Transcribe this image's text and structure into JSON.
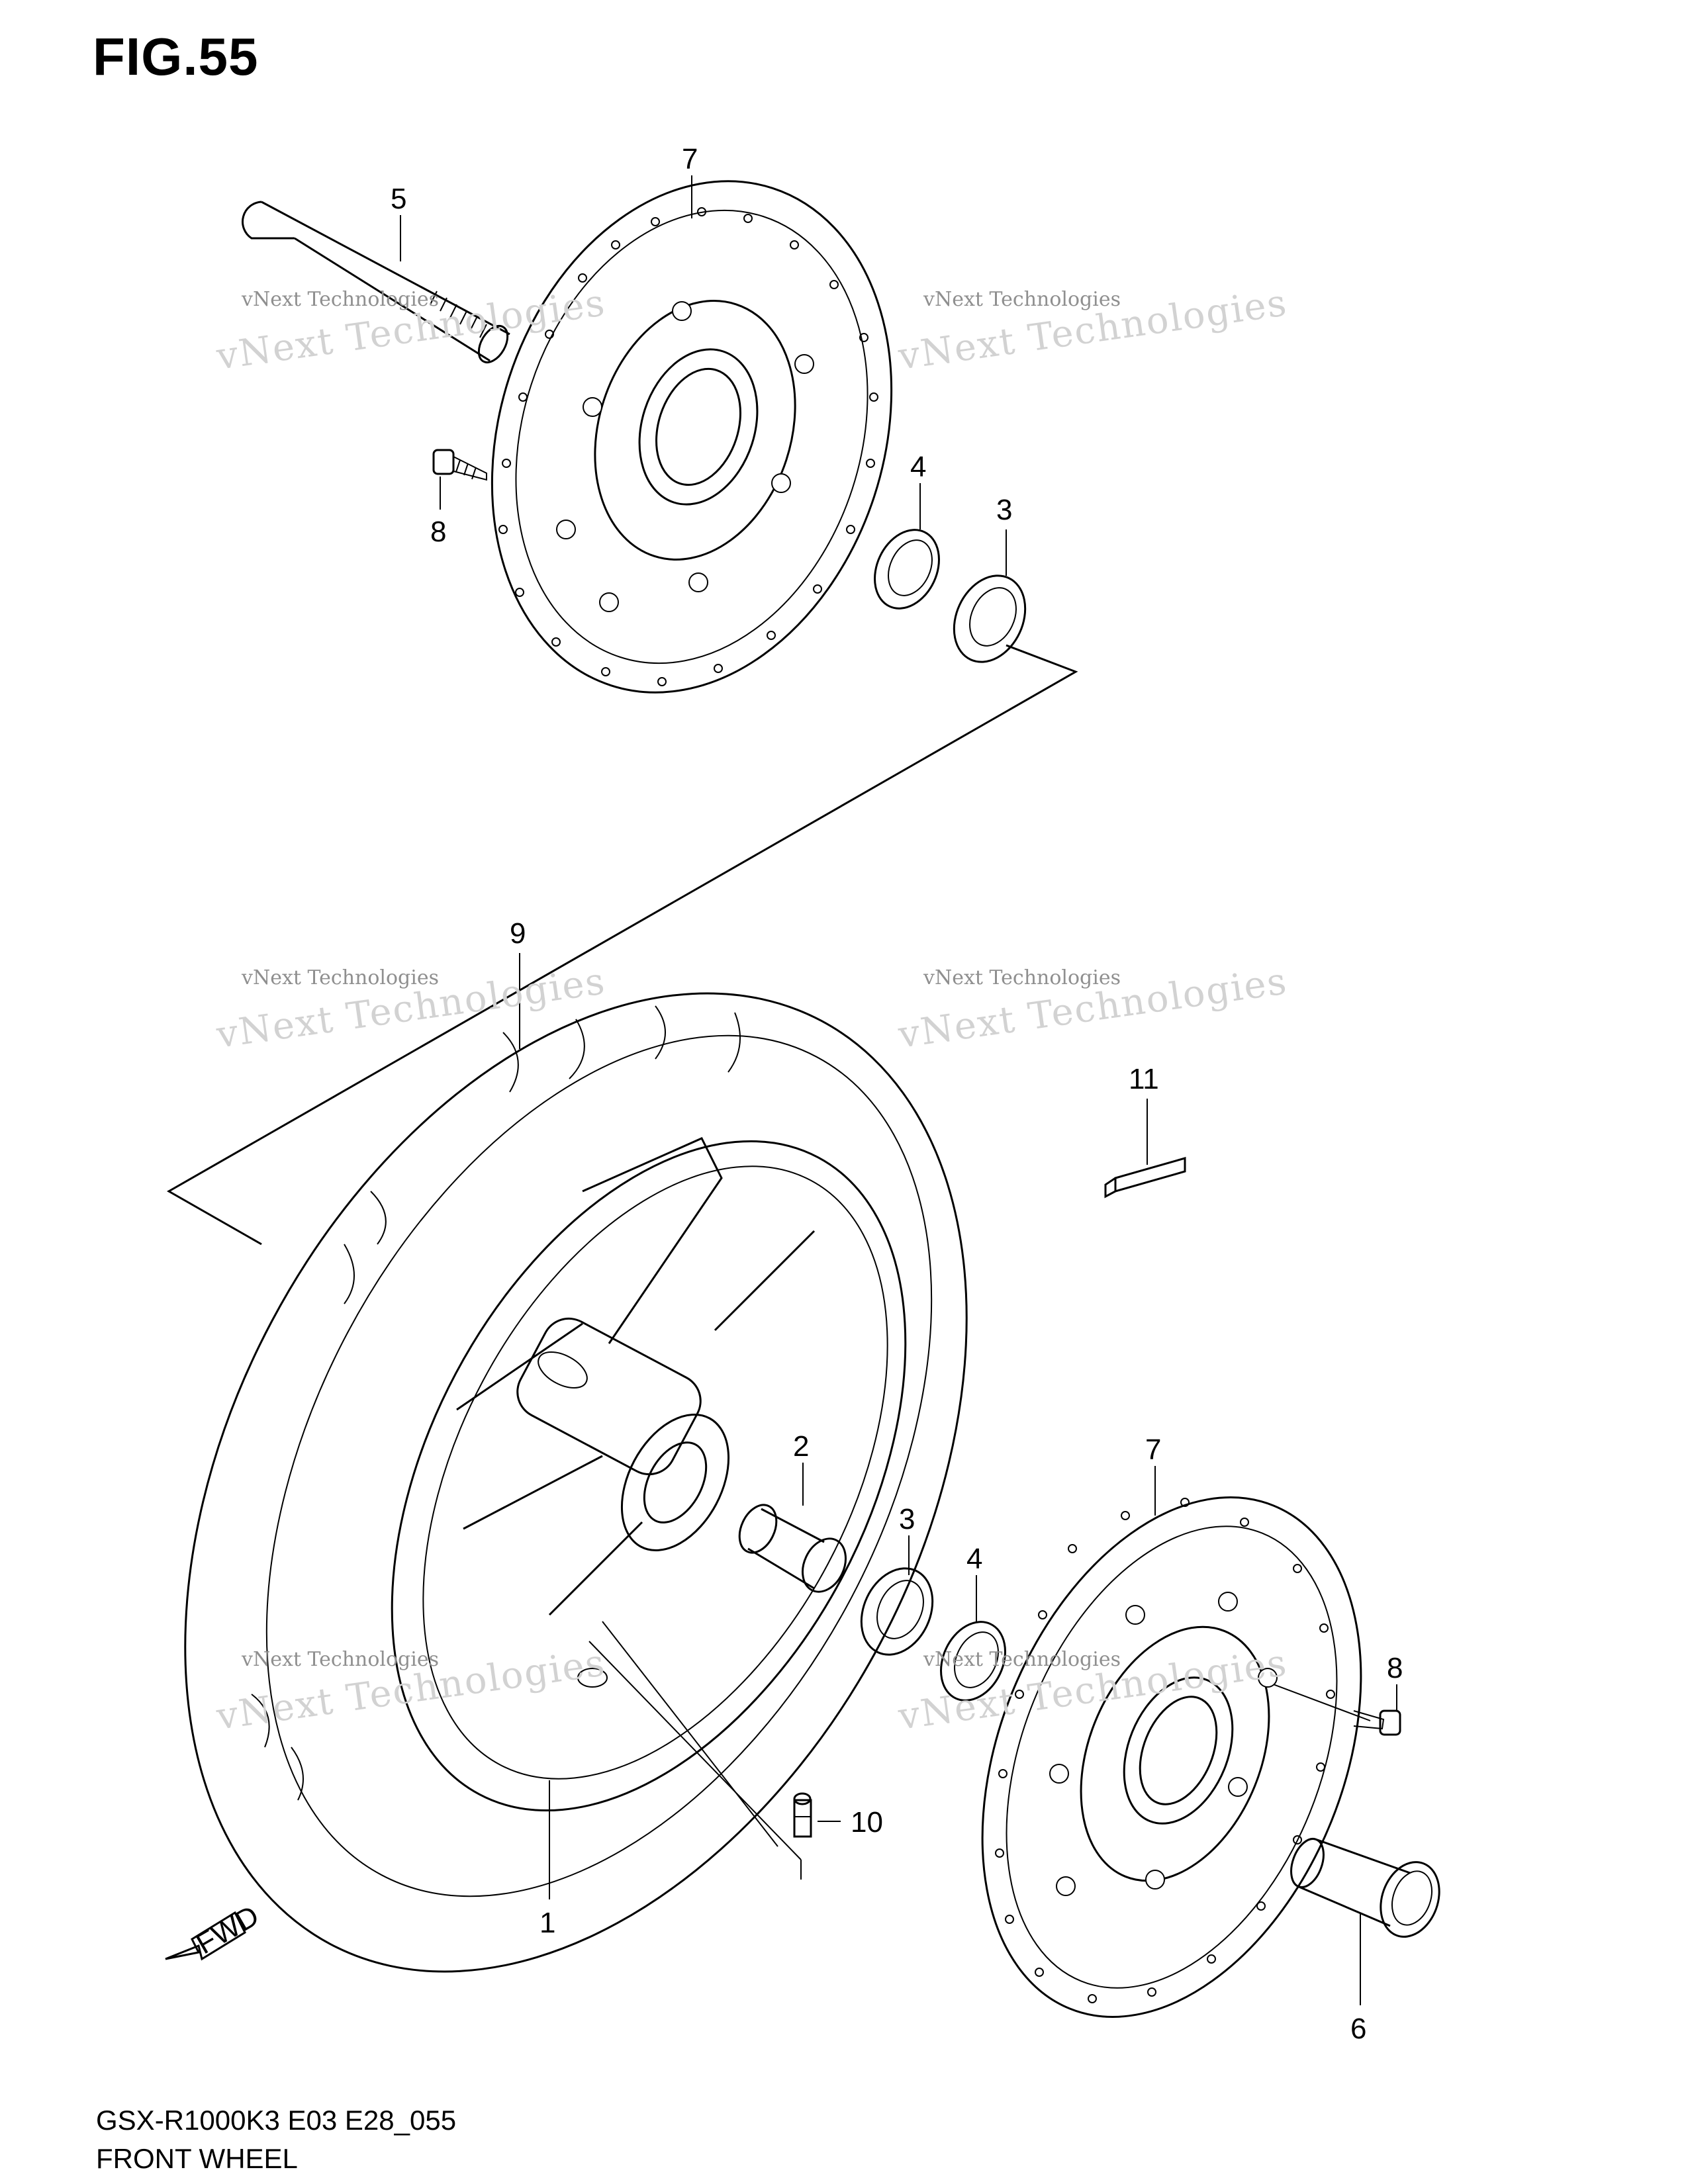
{
  "figure": {
    "title": "FIG.55"
  },
  "watermark": {
    "line1": "vNext Technologies",
    "line2": "vNext Technologies"
  },
  "callouts": {
    "c1": "1",
    "c2": "2",
    "c3a": "3",
    "c3b": "3",
    "c4a": "4",
    "c4b": "4",
    "c5": "5",
    "c6": "6",
    "c7a": "7",
    "c7b": "7",
    "c8a": "8",
    "c8b": "8",
    "c9": "9",
    "c10": "10",
    "c11": "11"
  },
  "fwd_arrow": {
    "text": "FWD"
  },
  "footer": {
    "code": "GSX-R1000K3 E03 E28_055",
    "name": "FRONT WHEEL"
  }
}
